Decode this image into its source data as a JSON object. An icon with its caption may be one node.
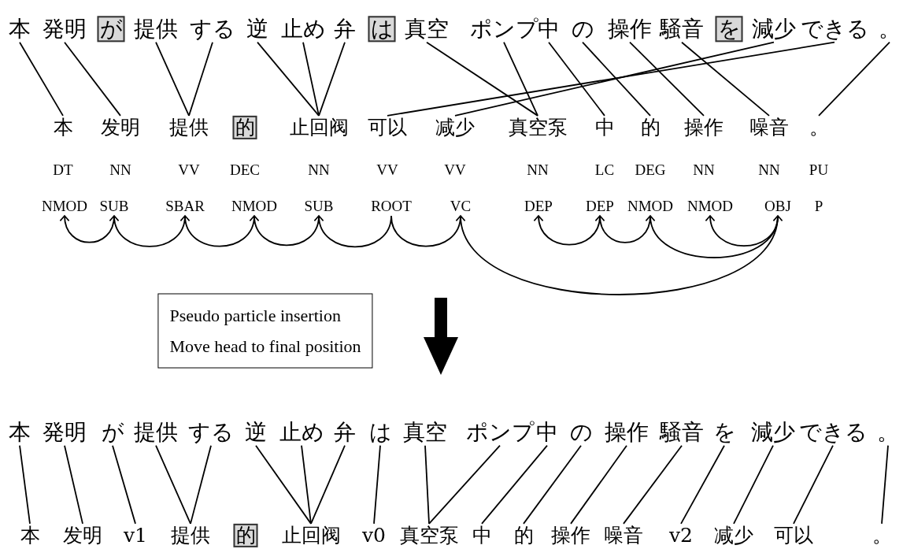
{
  "diagram": {
    "nodes": [
      {
        "text": [
          "本"
        ]
      },
      {
        "text": [
          "発明"
        ]
      },
      {
        "text": [
          "が"
        ]
      },
      {
        "text": [
          "提供"
        ]
      },
      {
        "text": [
          "する"
        ]
      },
      {
        "text": [
          "逆"
        ]
      },
      {
        "text": [
          "止め"
        ]
      },
      {
        "text": [
          "弁"
        ]
      },
      {
        "text": [
          "は"
        ]
      },
      {
        "text": [
          "真空"
        ]
      },
      {
        "text": [
          "ポンプ"
        ]
      },
      {
        "text": [
          "中"
        ]
      },
      {
        "text": [
          "の"
        ]
      },
      {
        "text": [
          "操作"
        ]
      },
      {
        "text": [
          "騒音"
        ]
      },
      {
        "text": [
          "を"
        ]
      },
      {
        "text": [
          "減少"
        ]
      },
      {
        "text": [
          "できる"
        ]
      },
      {
        "text": [
          "。"
        ]
      },
      {
        "text": [
          "本"
        ]
      },
      {
        "text": [
          "发明"
        ]
      },
      {
        "text": [
          "提供"
        ]
      },
      {
        "text": [
          "的"
        ]
      },
      {
        "text": [
          "止回阀"
        ]
      },
      {
        "text": [
          "可以"
        ]
      },
      {
        "text": [
          "减少"
        ]
      },
      {
        "text": [
          "真空泵"
        ]
      },
      {
        "text": [
          "中"
        ]
      },
      {
        "text": [
          "的"
        ]
      },
      {
        "text": [
          "操作"
        ]
      },
      {
        "text": [
          "噪音"
        ]
      },
      {
        "text": [
          "。"
        ]
      },
      {
        "text": [
          "NMOD"
        ]
      },
      {
        "text": [
          "SUB"
        ]
      },
      {
        "text": [
          "SBAR"
        ]
      },
      {
        "text": [
          "NMOD"
        ]
      },
      {
        "text": [
          "SUB"
        ]
      },
      {
        "text": [
          "ROOT"
        ]
      },
      {
        "text": [
          "VC"
        ]
      },
      {
        "text": [
          "DEP"
        ]
      },
      {
        "text": [
          "DEP"
        ]
      },
      {
        "text": [
          "NMOD"
        ]
      },
      {
        "text": [
          "NMOD"
        ]
      },
      {
        "text": [
          "OBJ"
        ]
      },
      {
        "text": [
          "P"
        ]
      },
      {
        "text": [
          "Pseudo particle insertion",
          "Move head to final position"
        ]
      },
      {
        "text": [
          "本"
        ]
      },
      {
        "text": [
          "発明"
        ]
      },
      {
        "text": [
          "が"
        ]
      },
      {
        "text": [
          "提供"
        ]
      },
      {
        "text": [
          "する"
        ]
      },
      {
        "text": [
          "逆"
        ]
      },
      {
        "text": [
          "止め"
        ]
      },
      {
        "text": [
          "弁"
        ]
      },
      {
        "text": [
          "は"
        ]
      },
      {
        "text": [
          "真空"
        ]
      },
      {
        "text": [
          "ポンプ"
        ]
      },
      {
        "text": [
          "中"
        ]
      },
      {
        "text": [
          "の"
        ]
      },
      {
        "text": [
          "操作"
        ]
      },
      {
        "text": [
          "騒音"
        ]
      },
      {
        "text": [
          "を"
        ]
      },
      {
        "text": [
          "減少"
        ]
      },
      {
        "text": [
          "できる"
        ]
      },
      {
        "text": [
          "。"
        ]
      },
      {
        "text": [
          "本"
        ]
      },
      {
        "text": [
          "发明"
        ]
      },
      {
        "text": [
          "v1"
        ]
      },
      {
        "text": [
          "提供"
        ]
      },
      {
        "text": [
          "的"
        ]
      },
      {
        "text": [
          "止回阀"
        ]
      },
      {
        "text": [
          "v0"
        ]
      },
      {
        "text": [
          "真空泵"
        ]
      },
      {
        "text": [
          "中"
        ]
      },
      {
        "text": [
          "的"
        ]
      },
      {
        "text": [
          "操作"
        ]
      },
      {
        "text": [
          "噪音"
        ]
      },
      {
        "text": [
          "v2"
        ]
      },
      {
        "text": [
          "减少"
        ]
      },
      {
        "text": [
          "可以"
        ]
      },
      {
        "text": [
          "。"
        ]
      }
    ],
    "edges": [
      {
        "from": 0,
        "to": 19,
        "arrow": "none"
      },
      {
        "from": 1,
        "to": 20,
        "arrow": "none"
      },
      {
        "from": 3,
        "to": 21,
        "arrow": "none"
      },
      {
        "from": 4,
        "to": 21,
        "arrow": "none"
      },
      {
        "from": 5,
        "to": 23,
        "arrow": "none"
      },
      {
        "from": 6,
        "to": 23,
        "arrow": "none"
      },
      {
        "from": 7,
        "to": 23,
        "arrow": "none"
      },
      {
        "from": 9,
        "to": 26,
        "arrow": "none"
      },
      {
        "from": 10,
        "to": 26,
        "arrow": "none"
      },
      {
        "from": 11,
        "to": 27,
        "arrow": "none"
      },
      {
        "from": 12,
        "to": 28,
        "arrow": "none"
      },
      {
        "from": 13,
        "to": 29,
        "arrow": "none"
      },
      {
        "from": 14,
        "to": 30,
        "arrow": "none"
      },
      {
        "from": 16,
        "to": 25,
        "arrow": "none"
      },
      {
        "from": 17,
        "to": 24,
        "arrow": "none"
      },
      {
        "from": 18,
        "to": 31,
        "arrow": "none"
      },
      {
        "from": 33,
        "to": 32,
        "arrow": "to"
      },
      {
        "from": 34,
        "to": 33,
        "arrow": "to"
      },
      {
        "from": 35,
        "to": 34,
        "arrow": "to"
      },
      {
        "from": 36,
        "to": 35,
        "arrow": "to"
      },
      {
        "from": 37,
        "to": 36,
        "arrow": "to"
      },
      {
        "from": 37,
        "to": 38,
        "arrow": "to"
      },
      {
        "from": 40,
        "to": 39,
        "arrow": "to"
      },
      {
        "from": 41,
        "to": 40,
        "arrow": "to"
      },
      {
        "from": 43,
        "to": 42,
        "arrow": "to"
      },
      {
        "from": 43,
        "to": 41,
        "arrow": "to"
      },
      {
        "from": 38,
        "to": 43,
        "arrow": "to"
      },
      {
        "from": 46,
        "to": 65,
        "arrow": "none"
      },
      {
        "from": 47,
        "to": 66,
        "arrow": "none"
      },
      {
        "from": 48,
        "to": 67,
        "arrow": "none"
      },
      {
        "from": 49,
        "to": 68,
        "arrow": "none"
      },
      {
        "from": 50,
        "to": 68,
        "arrow": "none"
      },
      {
        "from": 51,
        "to": 70,
        "arrow": "none"
      },
      {
        "from": 52,
        "to": 70,
        "arrow": "none"
      },
      {
        "from": 53,
        "to": 70,
        "arrow": "none"
      },
      {
        "from": 54,
        "to": 71,
        "arrow": "none"
      },
      {
        "from": 55,
        "to": 72,
        "arrow": "none"
      },
      {
        "from": 56,
        "to": 72,
        "arrow": "none"
      },
      {
        "from": 57,
        "to": 73,
        "arrow": "none"
      },
      {
        "from": 58,
        "to": 74,
        "arrow": "none"
      },
      {
        "from": 59,
        "to": 75,
        "arrow": "none"
      },
      {
        "from": 60,
        "to": 76,
        "arrow": "none"
      },
      {
        "from": 61,
        "to": 77,
        "arrow": "none"
      },
      {
        "from": 62,
        "to": 78,
        "arrow": "none"
      },
      {
        "from": 63,
        "to": 79,
        "arrow": "none"
      },
      {
        "from": 64,
        "to": 80,
        "arrow": "none"
      }
    ],
    "labels": [
      "DT",
      "NN",
      "VV",
      "DEC",
      "NN",
      "VV",
      "VV",
      "NN",
      "LC",
      "DEG",
      "NN",
      "NN",
      "PU"
    ]
  }
}
